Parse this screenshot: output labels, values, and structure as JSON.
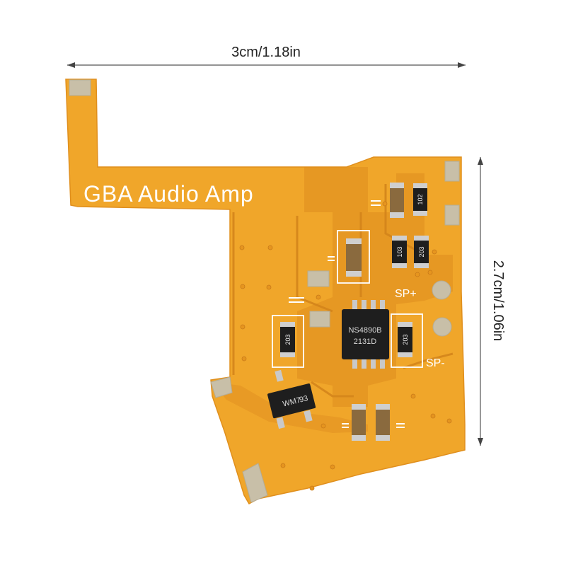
{
  "dimensions": {
    "width_label": "3cm/1.18in",
    "height_label": "2.7cm/1.06in"
  },
  "board": {
    "title": "GBA Audio Amp",
    "pad_labels": {
      "positive": "SP+",
      "negative": "SP-"
    },
    "ic_main": {
      "line1": "NS4890B",
      "line2": "2131D"
    },
    "ic_regulator": {
      "line1": "WM7",
      "line2": "93"
    },
    "resistors": [
      "102",
      "103",
      "203",
      "203",
      "203"
    ]
  },
  "colors": {
    "flex_pcb": "#f0a62a",
    "flex_pcb_dark": "#de8c1e",
    "gold_pad": "#c8bfa8",
    "ic_body": "#1e1e1e",
    "silkscreen": "#ffffff"
  }
}
